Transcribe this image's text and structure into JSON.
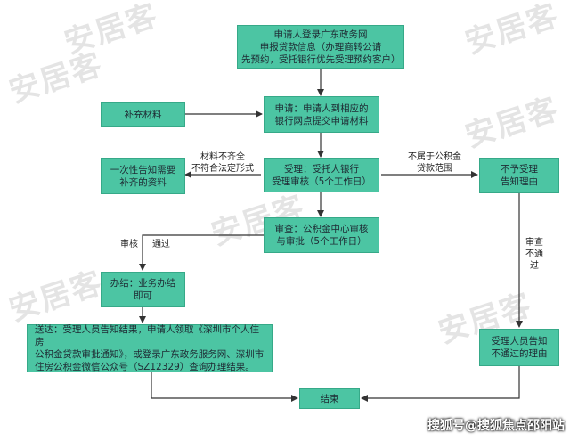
{
  "watermark": "安居客",
  "nodes": {
    "n1": "申请人登录广东政务网\n申报贷款信息（办理商转公请\n先预约，受托银行优先受理预约客户）",
    "n2": "申请：申请人到相应的\n银行网点提交申请材料",
    "n3": "补充材料",
    "n4": "一次性告知需要\n补齐的资料",
    "n5": "受理：受托人银行\n受理审核（5个工作日）",
    "n6": "不予受理\n告知理由",
    "n7": "审查：公积金中心审核\n与审批（5个工作日）",
    "n8": "办结：业务办结\n即可",
    "n9": "送达：受理人员告知结果，申请人领取《深圳市个人住房\n公积金贷款审批通知》，或登录广东政务服务网、深圳市\n住房公积金微信公众号（SZ12329）查询办理结果。",
    "n10": "受理人员告知\n不通过的理由",
    "n11": "结束"
  },
  "labels": {
    "incomplete": "材料不齐全\n不符合法定形式",
    "not_belong": "不属于公积金\n贷款范围",
    "audit_fail": "审查\n不通过",
    "audit": "审核",
    "pass": "通过"
  },
  "footer": "搜狐号@搜狐焦点邵阳站",
  "colors": {
    "box": "#4cc5a3",
    "arrow": "#333333",
    "watermark": "#e4e4e4"
  }
}
